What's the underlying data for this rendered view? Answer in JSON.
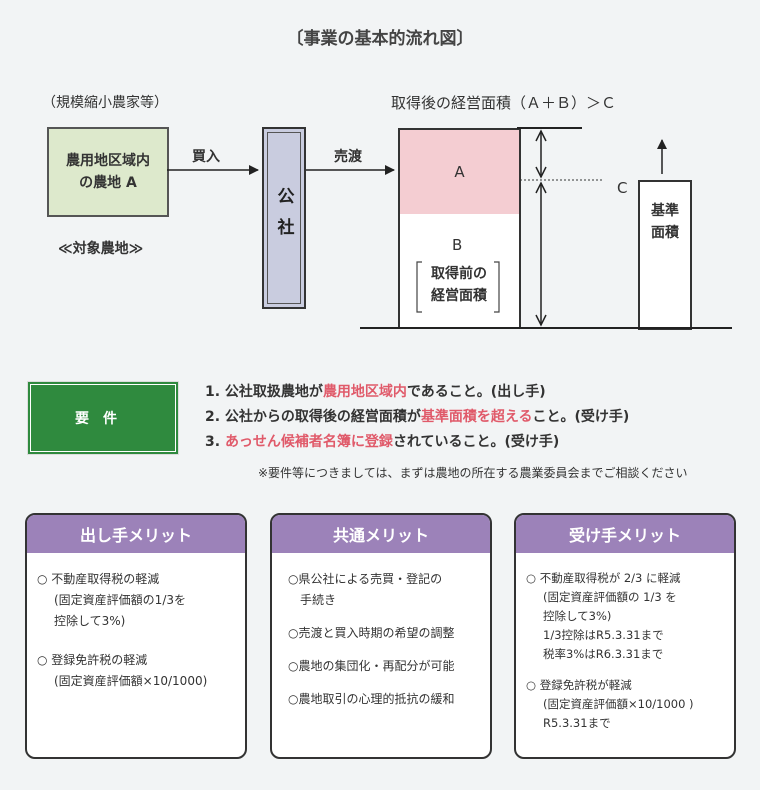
{
  "title": "〔事業の基本的流れ図〕",
  "diagram": {
    "small_farmer_label": "（規模縮小農家等）",
    "farm_box": {
      "line1": "農用地区域内",
      "line2": "の農地 A"
    },
    "target_label": "≪対象農地≫",
    "buy_label": "買入",
    "corp_label": "公社",
    "sell_label": "売渡",
    "after_area_label": "取得後の経営面積（Ａ＋Ｂ）＞Ｃ",
    "box_a": "A",
    "box_b": "B",
    "before_area": {
      "line1": "取得前の",
      "line2": "経営面積"
    },
    "c_label": "C",
    "standard_area": {
      "line1": "基準",
      "line2": "面積"
    }
  },
  "requirements": {
    "label": "要件",
    "items": [
      {
        "prefix": "1. 公社取扱農地が",
        "highlight": "農用地区域内",
        "suffix": "であること。(出し手)"
      },
      {
        "prefix": "2. 公社からの取得後の経営面積が",
        "highlight": "基準面積を超える",
        "suffix": "こと。(受け手)"
      },
      {
        "prefix": "3. ",
        "highlight": "あっせん候補者名簿に登録",
        "suffix": "されていること。(受け手)"
      }
    ],
    "note": "※要件等につきましては、まずは農地の所在する農業委員会までご相談ください"
  },
  "cards": {
    "seller": {
      "title": "出し手メリット",
      "items": [
        {
          "lines": [
            "○ 不動産取得税の軽減",
            "(固定資産評価額の1/3を",
            "控除して3%)"
          ]
        },
        {
          "lines": [
            "○ 登録免許税の軽減",
            "(固定資産評価額×10/1000)"
          ]
        }
      ]
    },
    "common": {
      "title": "共通メリット",
      "items": [
        {
          "lines": [
            "○県公社による売買・登記の",
            "手続き"
          ]
        },
        {
          "lines": [
            "○売渡と買入時期の希望の調整"
          ]
        },
        {
          "lines": [
            "○農地の集団化・再配分が可能"
          ]
        },
        {
          "lines": [
            "○農地取引の心理的抵抗の緩和"
          ]
        }
      ]
    },
    "buyer": {
      "title": "受け手メリット",
      "items": [
        {
          "lines": [
            "○ 不動産取得税が 2/3 に軽減",
            "(固定資産評価額の 1/3 を",
            "控除して3%)",
            "1/3控除はR5.3.31まで",
            "税率3%はR6.3.31まで"
          ]
        },
        {
          "lines": [
            "○ 登録免許税が軽減",
            "(固定資産評価額×10/1000 )",
            "R5.3.31まで"
          ]
        }
      ]
    }
  }
}
